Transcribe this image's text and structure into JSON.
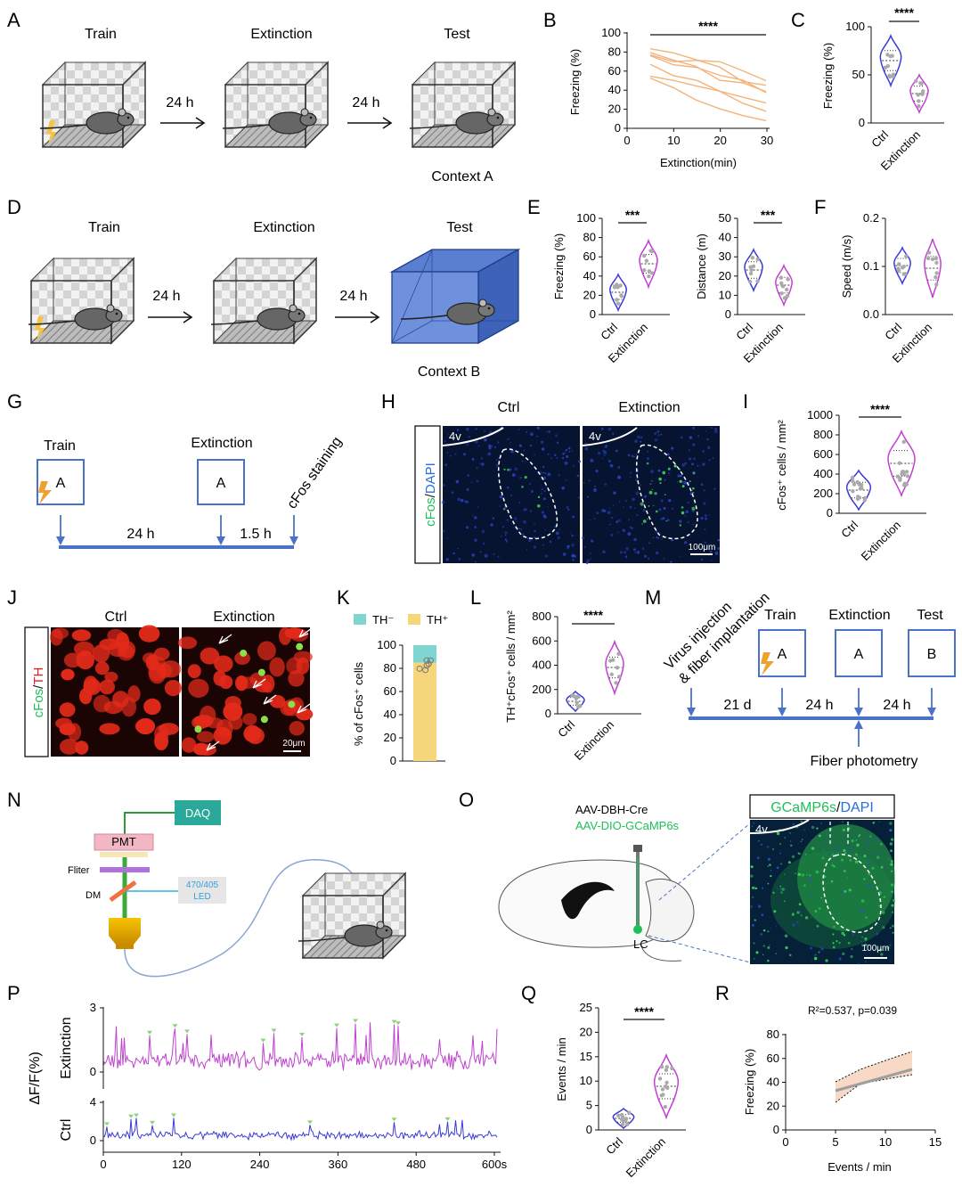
{
  "panels": {
    "A": {
      "letter": "A",
      "train": "Train",
      "extinction": "Extinction",
      "test": "Test",
      "gap1": "24 h",
      "gap2": "24 h",
      "context": "Context A"
    },
    "B": {
      "letter": "B",
      "ylabel": "Freezing (%)",
      "xlabel": "Extinction(min)",
      "sig": "****",
      "yticks": [
        "0",
        "20",
        "40",
        "60",
        "80",
        "100"
      ],
      "xticks": [
        "0",
        "10",
        "20",
        "30"
      ]
    },
    "C": {
      "letter": "C",
      "ylabel": "Freezing (%)",
      "sig": "****",
      "yticks": [
        "0",
        "50",
        "100"
      ],
      "groups": [
        "Ctrl",
        "Extinction"
      ]
    },
    "D": {
      "letter": "D",
      "train": "Train",
      "extinction": "Extinction",
      "test": "Test",
      "gap1": "24 h",
      "gap2": "24 h",
      "context": "Context B"
    },
    "E": {
      "letter": "E",
      "ylabel1": "Freezing (%)",
      "ylabel2": "Distance (m)",
      "sig1": "***",
      "sig2": "***",
      "yticks1": [
        "0",
        "20",
        "40",
        "60",
        "80",
        "100"
      ],
      "yticks2": [
        "0",
        "10",
        "20",
        "30",
        "40",
        "50"
      ],
      "groups": [
        "Ctrl",
        "Extinction"
      ]
    },
    "F": {
      "letter": "F",
      "ylabel": "Speed (m/s)",
      "yticks": [
        "0.0",
        "0.1",
        "0.2"
      ],
      "groups": [
        "Ctrl",
        "Extinction"
      ]
    },
    "G": {
      "letter": "G",
      "train": "Train",
      "extinction": "Extinction",
      "boxA1": "A",
      "boxA2": "A",
      "gap1": "24 h",
      "gap2": "1.5 h",
      "staining": "cFos staining"
    },
    "H": {
      "letter": "H",
      "ctrl": "Ctrl",
      "extinction": "Extinction",
      "side_green": "cFos",
      "side_sep": "/",
      "side_blue": "DAPI",
      "region1": "4v",
      "region2": "4v",
      "scale": "100μm"
    },
    "I": {
      "letter": "I",
      "ylabel": "cFos⁺ cells / mm²",
      "sig": "****",
      "yticks": [
        "0",
        "200",
        "400",
        "600",
        "800",
        "1000"
      ],
      "groups": [
        "Ctrl",
        "Extinction"
      ]
    },
    "J": {
      "letter": "J",
      "ctrl": "Ctrl",
      "extinction": "Extinction",
      "side_green": "cFos",
      "side_sep": "/",
      "side_red": "TH",
      "scale": "20μm"
    },
    "K": {
      "letter": "K",
      "legend1": "TH⁻",
      "legend2": "TH⁺",
      "ylabel": "% of cFos⁺ cells",
      "yticks": [
        "0",
        "20",
        "40",
        "60",
        "80",
        "100"
      ],
      "th_pos_percent": 85,
      "color_neg": "#7fd6d0",
      "color_pos": "#f5d67a"
    },
    "L": {
      "letter": "L",
      "ylabel": "TH⁺cFos⁺ cells / mm²",
      "sig": "****",
      "yticks": [
        "0",
        "200",
        "400",
        "600",
        "800"
      ],
      "groups": [
        "Ctrl",
        "Extinction"
      ]
    },
    "M": {
      "letter": "M",
      "virus": "Virus injection",
      "fiber": "& fiber implantation",
      "train": "Train",
      "extinction": "Extinction",
      "test": "Test",
      "boxA1": "A",
      "boxA2": "A",
      "boxB": "B",
      "gap1": "21 d",
      "gap2": "24 h",
      "gap3": "24 h",
      "photometry": "Fiber photometry"
    },
    "N": {
      "letter": "N",
      "daq": "DAQ",
      "pmt": "PMT",
      "filter": "Fliter",
      "dm": "DM",
      "led1": "470/405",
      "led2": "LED"
    },
    "O": {
      "letter": "O",
      "virus1": "AAV-DBH-Cre",
      "virus2": "AAV-DIO-GCaMP6s",
      "lc": "LC",
      "title_green": "GCaMP6s",
      "title_sep": "/",
      "title_blue": "DAPI",
      "region": "4v",
      "scale": "100μm"
    },
    "P": {
      "letter": "P",
      "ylabel": "ΔF/F(%)",
      "row1": "Extinction",
      "row2": "Ctrl",
      "yt1a": "3",
      "yt1b": "0",
      "yt2a": "4",
      "yt2b": "0",
      "xticks": [
        "0",
        "120",
        "240",
        "360",
        "480",
        "600s"
      ]
    },
    "Q": {
      "letter": "Q",
      "ylabel": "Events / min",
      "sig": "****",
      "yticks": [
        "0",
        "5",
        "10",
        "15",
        "20",
        "25"
      ],
      "groups": [
        "Ctrl",
        "Extinction"
      ]
    },
    "R": {
      "letter": "R",
      "stat": "R²=0.537, p=0.039",
      "ylabel": "Freezing (%)",
      "xlabel": "Events / min",
      "yticks": [
        "0",
        "20",
        "40",
        "60",
        "80"
      ],
      "xticks": [
        "0",
        "5",
        "10",
        "15"
      ]
    }
  },
  "colors": {
    "ctrl": "#3a3ad6",
    "extinction": "#c040d0",
    "arrow_blue": "#4a72c8",
    "orange": "#f3b27a",
    "green": "#1fbf5a",
    "blue_text": "#2a6fd6",
    "red_text": "#e02020"
  }
}
